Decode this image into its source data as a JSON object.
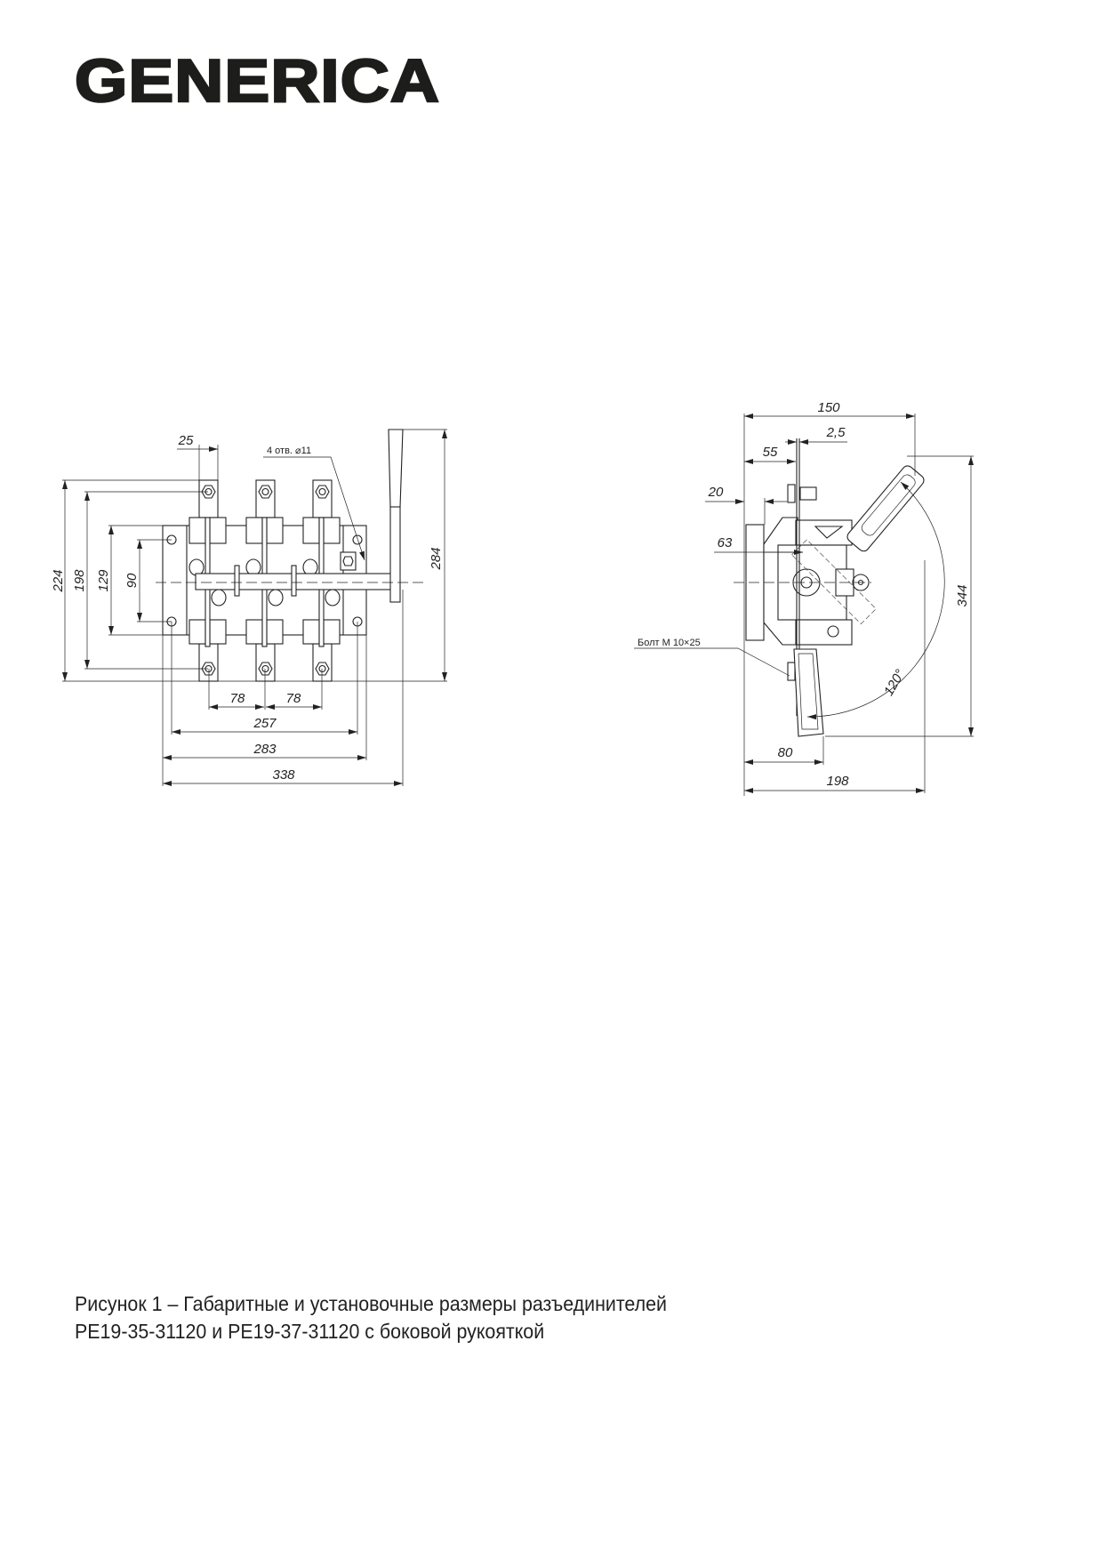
{
  "brand": {
    "logo_text": "GENERICA"
  },
  "front_view": {
    "note_holes": "4 отв. ⌀11",
    "dims": {
      "d224": "224",
      "d198": "198",
      "d129": "129",
      "d90": "90",
      "d284": "284",
      "d25": "25",
      "d78a": "78",
      "d78b": "78",
      "d257": "257",
      "d283": "283",
      "d338": "338"
    }
  },
  "side_view": {
    "note_bolt": "Болт М 10×25",
    "dims": {
      "d150": "150",
      "d2_5": "2,5",
      "d55": "55",
      "d20": "20",
      "d63": "63",
      "d344": "344",
      "d80": "80",
      "d198": "198",
      "angle": "120°"
    }
  },
  "caption": {
    "line1": "Рисунок 1 – Габаритные и установочные размеры разъединителей",
    "line2": "РЕ19-35-31120 и РЕ19-37-31120 с боковой рукояткой"
  }
}
